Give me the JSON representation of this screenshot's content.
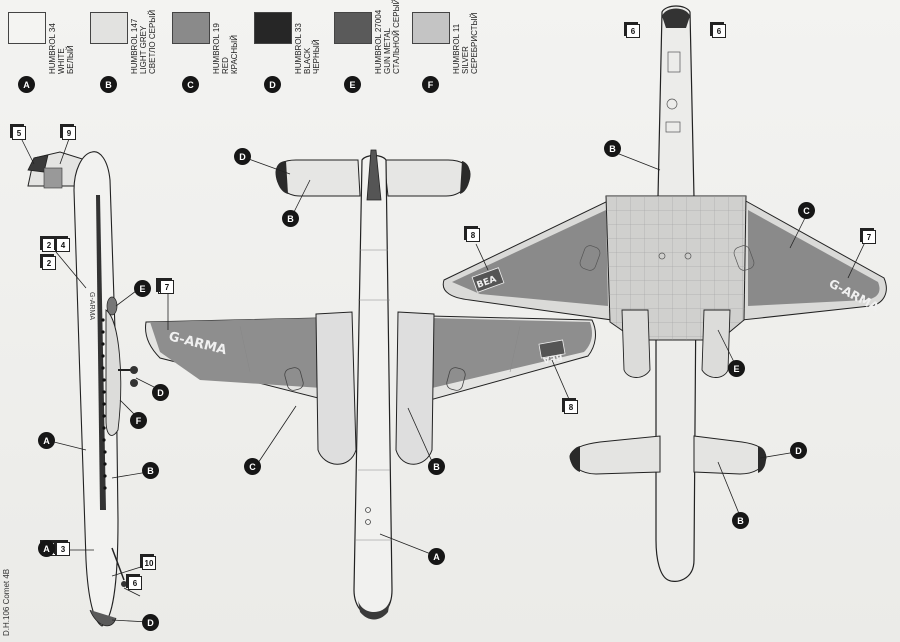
{
  "model_name": "D.H.106 Comet 4B",
  "paints": [
    {
      "letter": "A",
      "code": "HUMBROL 34",
      "en": "WHITE",
      "ru": "БЕЛЫЙ",
      "color": "#f4f4f2"
    },
    {
      "letter": "B",
      "code": "HUMBROL 147",
      "en": "LIGHT GREY",
      "ru": "СВЕТЛО СЕРЫЙ",
      "color": "#e2e2e0"
    },
    {
      "letter": "C",
      "code": "HUMBROL 19",
      "en": "RED",
      "ru": "КРАСНЫЙ",
      "color": "#8a8a8a"
    },
    {
      "letter": "D",
      "code": "HUMBROL 33",
      "en": "BLACK",
      "ru": "ЧЕРНЫЙ",
      "color": "#262626"
    },
    {
      "letter": "E",
      "code": "HUMBROL 27004",
      "en": "GUN METAL",
      "ru": "СТАЛЬНОЙ СЕРЫЙ",
      "color": "#5a5a5a"
    },
    {
      "letter": "F",
      "code": "HUMBROL 11",
      "en": "SILVER",
      "ru": "СЕРЕБРИСТЫЙ",
      "color": "#c4c4c4"
    }
  ],
  "registration": "G-ARMA",
  "airline": "BEA",
  "side_view": {
    "decal_tags": [
      "5",
      "9",
      "2",
      "4",
      "2",
      "7",
      "1",
      "3",
      "10",
      "6"
    ],
    "paint_tags": [
      "E",
      "D",
      "F",
      "A",
      "B",
      "A",
      "D"
    ]
  },
  "top_view": {
    "decal_tags": [
      "7"
    ],
    "paint_tags": [
      "D",
      "B",
      "C",
      "B",
      "A"
    ]
  },
  "bottom_view": {
    "decal_tags": [
      "6",
      "6",
      "8",
      "7",
      "8"
    ],
    "paint_tags": [
      "B",
      "C",
      "E",
      "D",
      "B"
    ]
  }
}
